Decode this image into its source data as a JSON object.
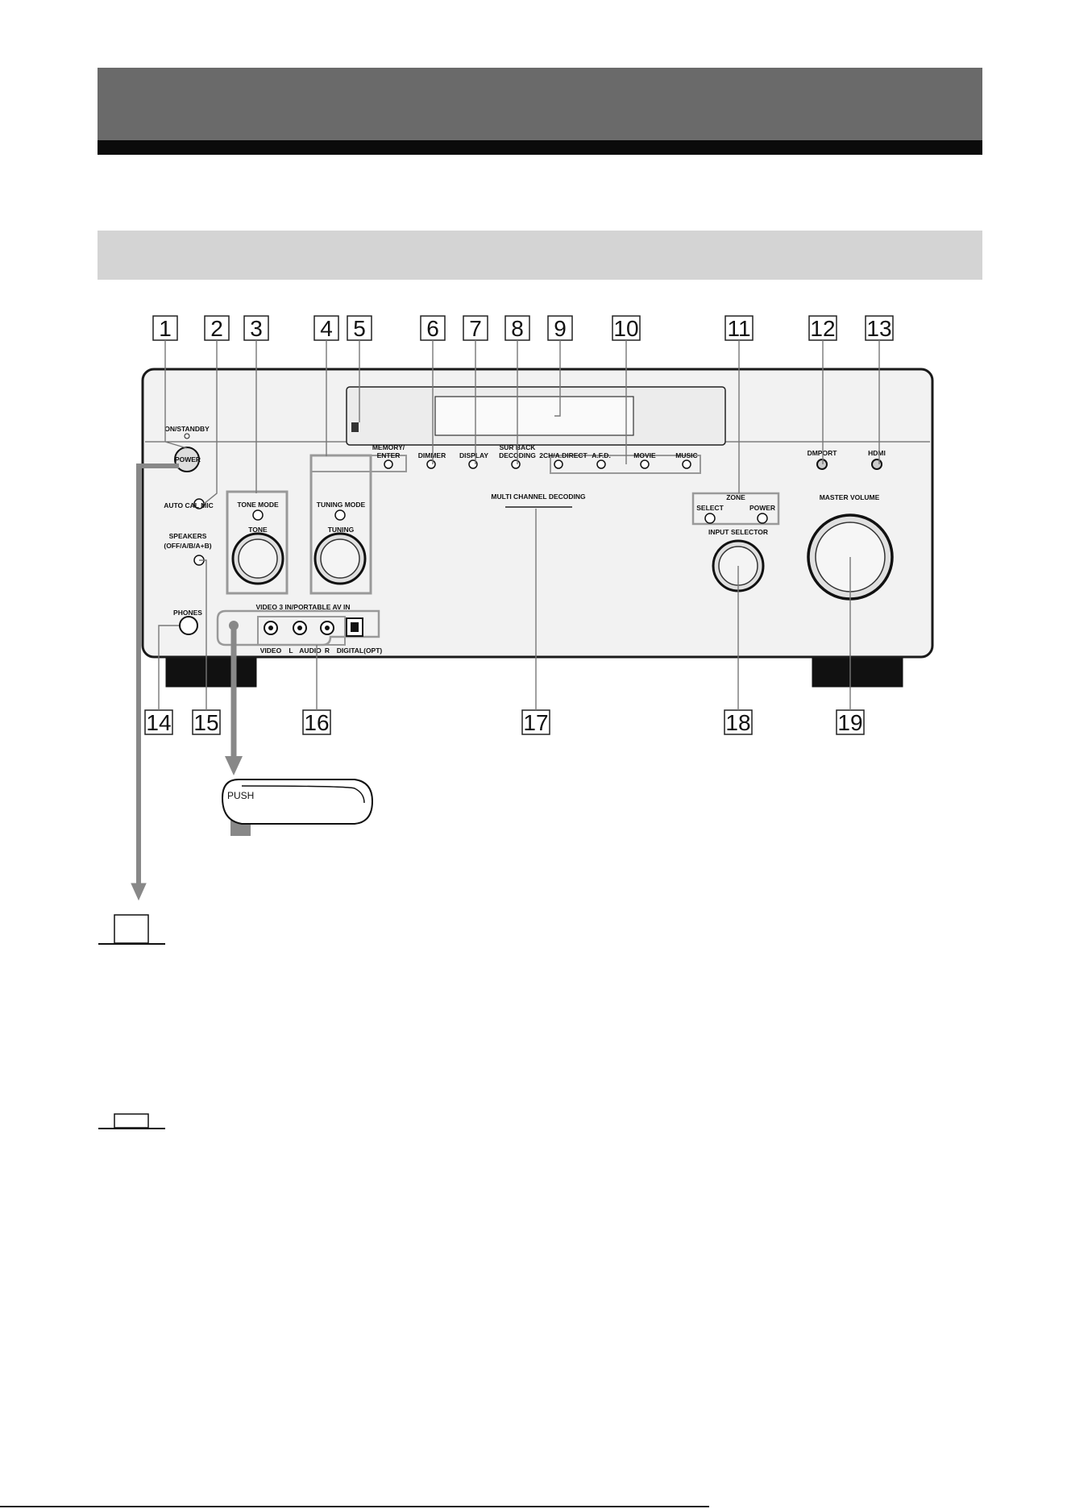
{
  "callouts": [
    "1",
    "2",
    "3",
    "4",
    "5",
    "6",
    "7",
    "8",
    "9",
    "10",
    "11",
    "12",
    "13",
    "14",
    "15",
    "16",
    "17",
    "18",
    "19"
  ],
  "panel_labels": {
    "on_standby": "ON/STANDBY",
    "power": "POWER",
    "auto_cal_mic": "AUTO CAL MIC",
    "speakers_line1": "SPEAKERS",
    "speakers_line2": "(OFF/A/B/A+B)",
    "phones": "PHONES",
    "tone_mode": "TONE MODE",
    "tone": "TONE",
    "tuning_mode": "TUNING MODE",
    "tuning": "TUNING",
    "memory_line1": "MEMORY/",
    "memory_line2": "ENTER",
    "dimmer": "DIMMER",
    "display": "DISPLAY",
    "sur_back_line1": "SUR BACK",
    "sur_back_line2": "DECODING",
    "two_ch": "2CH/A.DIRECT",
    "afd": "A.F.D.",
    "movie": "MOVIE",
    "music": "MUSIC",
    "dmport": "DMPORT",
    "hdmi": "HDMI",
    "multi_channel": "MULTI CHANNEL DECODING",
    "zone": "ZONE",
    "zone_select": "SELECT",
    "zone_power": "POWER",
    "input_selector": "INPUT SELECTOR",
    "master_volume": "MASTER VOLUME",
    "video3": "VIDEO 3 IN/PORTABLE AV IN",
    "video": "VIDEO",
    "audio_l": "L",
    "audio": "AUDIO",
    "audio_r": "R",
    "digital_opt": "DIGITAL(OPT)"
  },
  "push_label": "PUSH"
}
